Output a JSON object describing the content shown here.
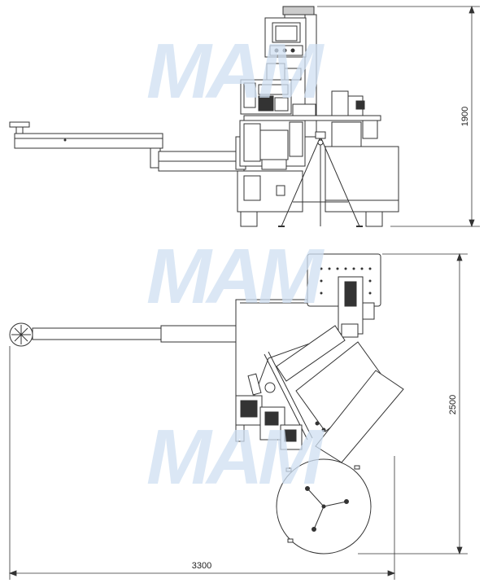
{
  "watermark": "MAM",
  "dimensions": {
    "height": "1900",
    "depth": "2500",
    "width": "3300"
  },
  "colors": {
    "line": "#333333",
    "dark": "#1a1a1a",
    "watermark": "#cfe0f2",
    "background": "#ffffff"
  }
}
